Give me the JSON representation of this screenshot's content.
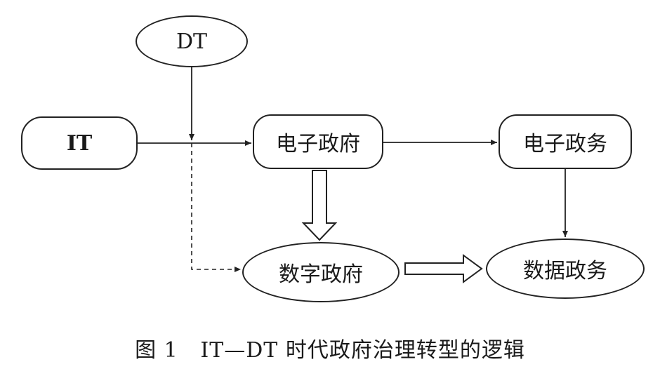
{
  "nodes": {
    "dt": "DT",
    "it": "IT",
    "e_gov": "电子政府",
    "e_affairs": "电子政务",
    "digital_gov": "数字政府",
    "data_affairs": "数据政务"
  },
  "caption": {
    "figure_label": "图 1",
    "title": "IT—DT 时代政府治理转型的逻辑"
  }
}
